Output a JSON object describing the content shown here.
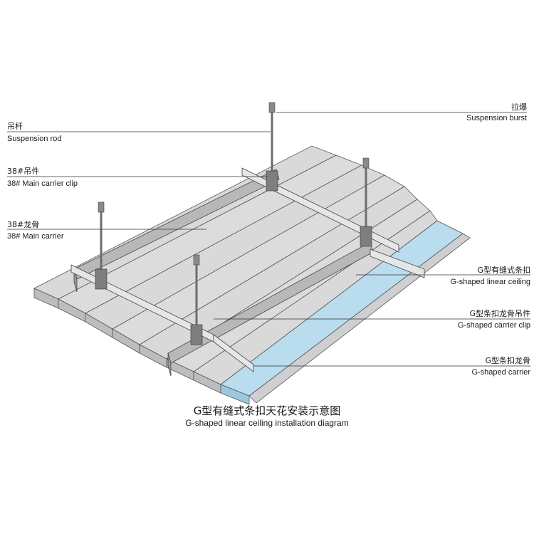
{
  "labels": {
    "suspension_burst": {
      "zh": "拉爆",
      "en": "Suspension burst"
    },
    "suspension_rod": {
      "zh": "吊杆",
      "en": "Suspension rod"
    },
    "main_carrier_clip": {
      "zh": "38#吊件",
      "en": "38#  Main carrier clip"
    },
    "main_carrier": {
      "zh": "38#龙骨",
      "en": "38# Main carrier"
    },
    "linear_ceiling": {
      "zh": "G型有缝式条扣",
      "en": "G-shaped linear ceiling"
    },
    "carrier_clip": {
      "zh": "G型条扣龙骨吊件",
      "en": "G-shaped carrier clip"
    },
    "g_carrier": {
      "zh": "G型条扣龙骨",
      "en": "G-shaped carrier"
    }
  },
  "caption": {
    "zh": "G型有缝式条扣天花安装示意图",
    "en": "G-shaped linear ceiling installation diagram"
  },
  "colors": {
    "panel": "#d9d9da",
    "panel_shade": "#bdbdbf",
    "carrier": "#b8b8ba",
    "highlight_panel": "#b9dcef",
    "rod": "#6d6d6d",
    "leader": "#333333"
  }
}
